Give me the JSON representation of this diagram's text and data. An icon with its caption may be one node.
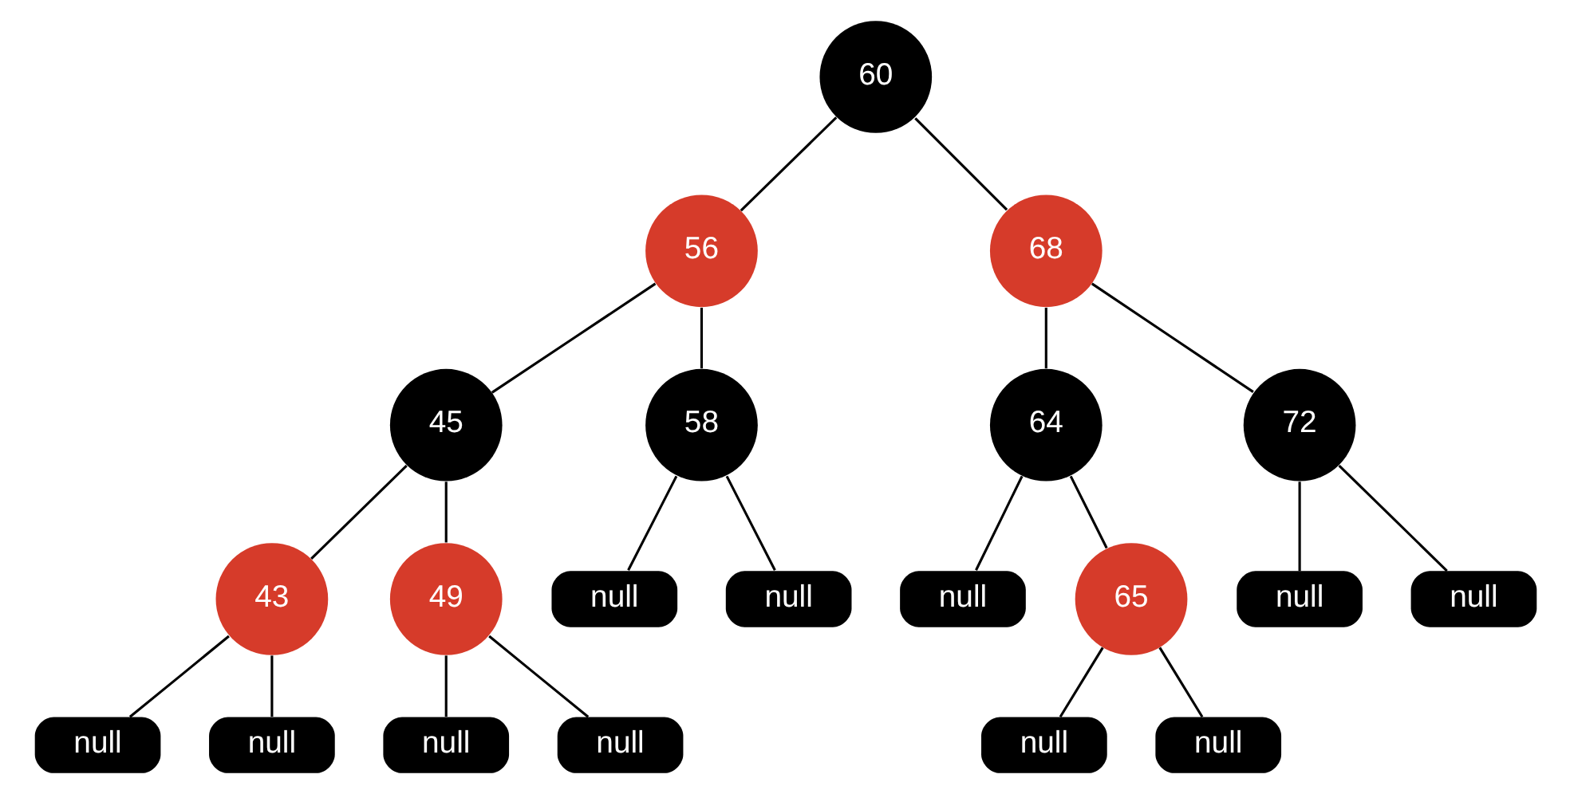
{
  "diagram": {
    "nodes": [
      {
        "text": [
          "60"
        ]
      },
      {
        "text": [
          "56"
        ]
      },
      {
        "text": [
          "68"
        ]
      },
      {
        "text": [
          "45"
        ]
      },
      {
        "text": [
          "58"
        ]
      },
      {
        "text": [
          "64"
        ]
      },
      {
        "text": [
          "72"
        ]
      },
      {
        "text": [
          "43"
        ]
      },
      {
        "text": [
          "49"
        ]
      },
      {
        "text": [
          "null"
        ]
      },
      {
        "text": [
          "null"
        ]
      },
      {
        "text": [
          "null"
        ]
      },
      {
        "text": [
          "65"
        ]
      },
      {
        "text": [
          "null"
        ]
      },
      {
        "text": [
          "null"
        ]
      },
      {
        "text": [
          "null"
        ]
      },
      {
        "text": [
          "null"
        ]
      },
      {
        "text": [
          "null"
        ]
      },
      {
        "text": [
          "null"
        ]
      },
      {
        "text": [
          "null"
        ]
      },
      {
        "text": [
          "null"
        ]
      }
    ],
    "edges": [
      {
        "from": 0,
        "to": 1,
        "arrow": "none"
      },
      {
        "from": 0,
        "to": 2,
        "arrow": "none"
      },
      {
        "from": 1,
        "to": 3,
        "arrow": "none"
      },
      {
        "from": 1,
        "to": 4,
        "arrow": "none"
      },
      {
        "from": 2,
        "to": 5,
        "arrow": "none"
      },
      {
        "from": 2,
        "to": 6,
        "arrow": "none"
      },
      {
        "from": 3,
        "to": 7,
        "arrow": "none"
      },
      {
        "from": 3,
        "to": 8,
        "arrow": "none"
      },
      {
        "from": 4,
        "to": 9,
        "arrow": "none"
      },
      {
        "from": 4,
        "to": 10,
        "arrow": "none"
      },
      {
        "from": 5,
        "to": 11,
        "arrow": "none"
      },
      {
        "from": 5,
        "to": 12,
        "arrow": "none"
      },
      {
        "from": 6,
        "to": 13,
        "arrow": "none"
      },
      {
        "from": 6,
        "to": 14,
        "arrow": "none"
      },
      {
        "from": 7,
        "to": 15,
        "arrow": "none"
      },
      {
        "from": 7,
        "to": 16,
        "arrow": "none"
      },
      {
        "from": 8,
        "to": 17,
        "arrow": "none"
      },
      {
        "from": 8,
        "to": 18,
        "arrow": "none"
      },
      {
        "from": 12,
        "to": 19,
        "arrow": "none"
      },
      {
        "from": 12,
        "to": 20,
        "arrow": "none"
      }
    ]
  }
}
